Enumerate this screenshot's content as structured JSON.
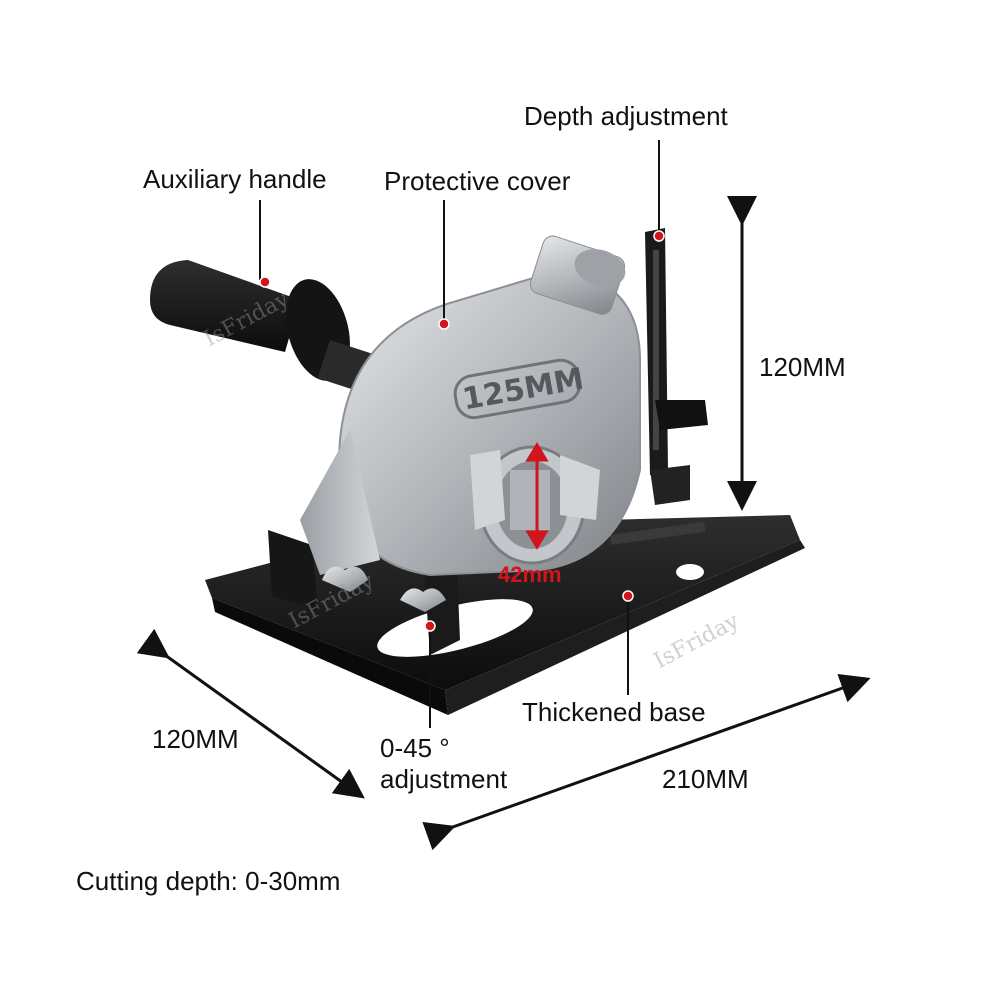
{
  "labels": {
    "depth_adjustment": "Depth adjustment",
    "auxiliary_handle": "Auxiliary handle",
    "protective_cover": "Protective cover",
    "height": "120MM",
    "cover_size": "125MM",
    "opening": "42mm",
    "thickened_base": "Thickened base",
    "depth_side": "120MM",
    "angle_adjust_line1": "0-45 °",
    "angle_adjust_line2": "adjustment",
    "length": "210MM",
    "cutting_depth": "Cutting depth: 0-30mm"
  },
  "watermark": "IsFriday",
  "colors": {
    "marker_red": "#d2141c",
    "base_black": "#151515",
    "cover_silver": "#b9bcc0",
    "handle_black": "#1b1b1b"
  }
}
